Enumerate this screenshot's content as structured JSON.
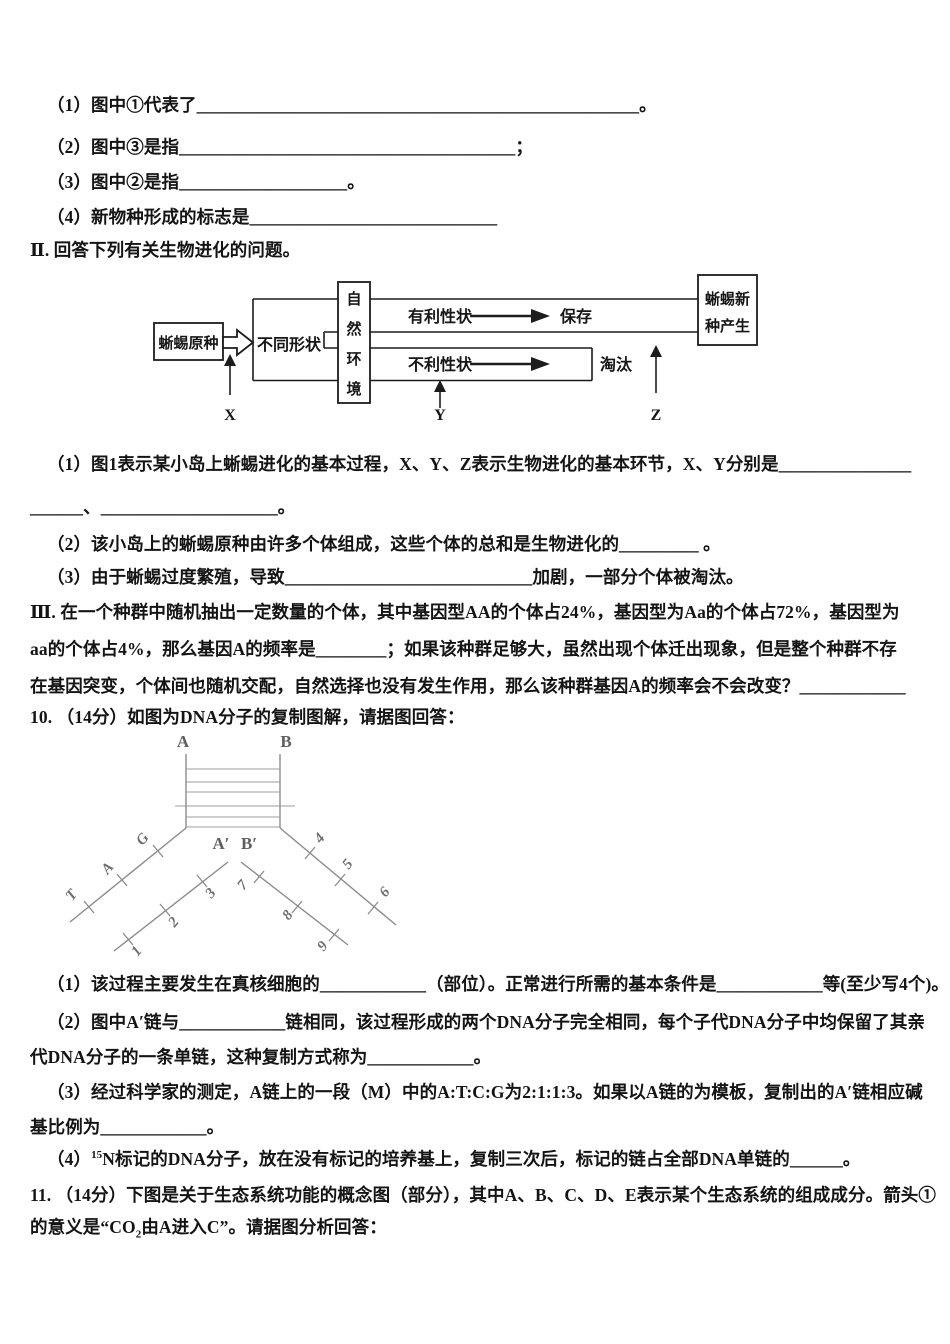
{
  "intro": {
    "q1": "（1）图中①代表了__________________________________________________。",
    "q2": "（2）图中③是指______________________________________；",
    "q3": "（3）图中②是指___________________。",
    "q4": "（4）新物种形成的标志是____________________________"
  },
  "section2": {
    "heading": "Ⅱ. 回答下列有关生物进化的问题。",
    "q1_line1": "（1）图1表示某小岛上蜥蜴进化的基本过程，X、Y、Z表示生物进化的基本环节，X、Y分别是_______________",
    "q1_line2": "______、____________________。",
    "q2": "（2）该小岛上的蜥蜴原种由许多个体组成，这些个体的总和是生物进化的_________ 。",
    "q3": "（3）由于蜥蜴过度繁殖，导致____________________________加剧，一部分个体被淘汰。"
  },
  "section3": {
    "line1": "Ⅲ. 在一个种群中随机抽出一定数量的个体，其中基因型AA的个体占24%，基因型为Aa的个体占72%，基因型为",
    "line2": "aa的个体占4%，那么基因A的频率是________；如果该种群足够大，虽然出现个体迁出现象，但是整个种群不存",
    "line3": "在基因突变，个体间也随机交配，自然选择也没有发生作用，那么该种群基因A的频率会不会改变？____________"
  },
  "q10": {
    "stem": "10. （14分）如图为DNA分子的复制图解，请据图回答：",
    "q1": "（1）该过程主要发生在真核细胞的____________（部位）。正常进行所需的基本条件是____________等(至少写4个)。",
    "q2_line1": "（2）图中A′链与____________链相同，该过程形成的两个DNA分子完全相同，每个子代DNA分子中均保留了其亲",
    "q2_line2": "代DNA分子的一条单链，这种复制方式称为____________。",
    "q3_line1": "（3）经过科学家的测定，A链上的一段（M）中的A:T:C:G为2:1:1:3。如果以A链的为模板，复制出的A′链相应碱",
    "q3_line2": "基比例为____________。",
    "q4_prefix": "（4）",
    "q4_sup": "15",
    "q4_text": "N标记的DNA分子，放在没有标记的培养基上，复制三次后，标记的链占全部DNA单链的______。"
  },
  "q11": {
    "line1": "11. （14分）下图是关于生态系统功能的概念图（部分），其中A、B、C、D、E表示某个生态系统的组成成分。箭头①",
    "line2_pre": "的意义是“CO",
    "line2_sub": "2",
    "line2_post": "由A进入C”。请据图分析回答："
  },
  "flowchart": {
    "source": "蜥蜴原种",
    "variation": "不同形状",
    "environment": "自然环境",
    "favorable": "有利性状",
    "preserved": "保存",
    "unfavorable": "不利性状",
    "eliminated": "淘汰",
    "result_line1": "蜥蜴新",
    "result_line2": "种产生",
    "label_x": "X",
    "label_y": "Y",
    "label_z": "Z"
  },
  "dna": {
    "label_a": "A",
    "label_b": "B",
    "label_a_prime": "A′",
    "label_b_prime": "B′",
    "left_strand_ticks": [
      "G",
      "A",
      "T"
    ],
    "a_prime_ticks": [
      "3",
      "2",
      "1"
    ],
    "b_prime_ticks": [
      "7",
      "8",
      "9"
    ],
    "right_strand_ticks": [
      "4",
      "5",
      "6"
    ]
  }
}
